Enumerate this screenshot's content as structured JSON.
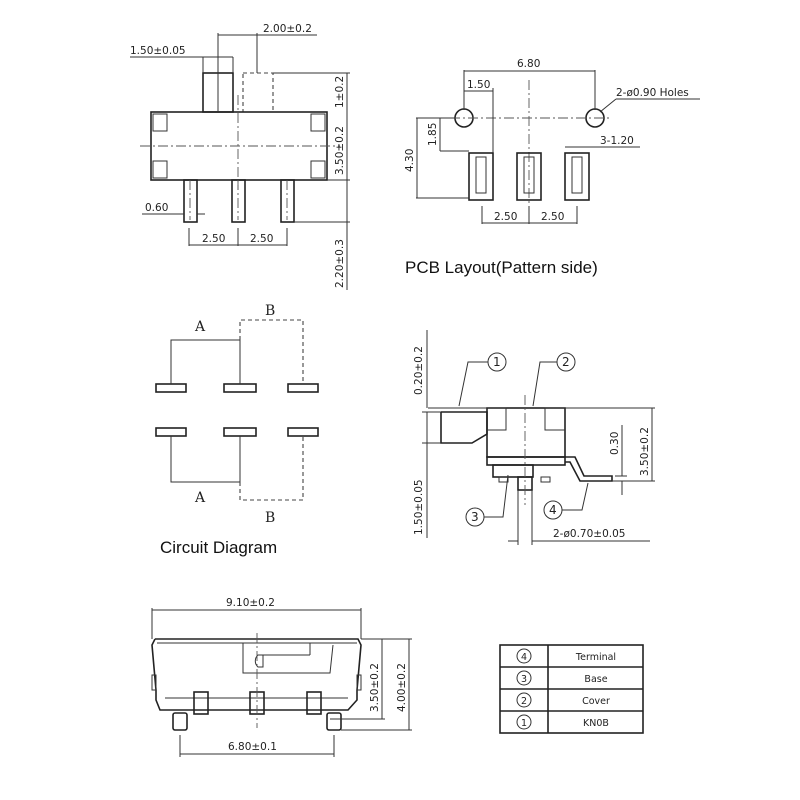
{
  "top_view": {
    "knob_pitch": "2.00±0.2",
    "knob_width": "1.50±0.05",
    "knob_travel": "1±0.2",
    "body_height": "3.50±0.2",
    "pin_width": "0.60",
    "pin_pitch_left": "2.50",
    "pin_pitch_right": "2.50",
    "pin_length": "2.20±0.3"
  },
  "pcb_layout": {
    "title": "PCB Layout(Pattern side)",
    "hole_spacing": "6.80",
    "hole_offset": "1.50",
    "holes": "2-ø0.90 Holes",
    "pad_width": "3-1.20",
    "height_total": "4.30",
    "height_hole": "1.85",
    "pad_pitch_left": "2.50",
    "pad_pitch_right": "2.50"
  },
  "circuit": {
    "title": "Circuit Diagram",
    "label_a_top": "A",
    "label_b_top": "B",
    "label_a_bottom": "A",
    "label_b_bottom": "B"
  },
  "side_view": {
    "knob_top": "0.20±0.2",
    "knob_height": "1.50±0.05",
    "terminal_offset": "0.30",
    "body_height": "3.50±0.2",
    "post_diameter": "2-ø0.70±0.05",
    "callouts": [
      "1",
      "2",
      "3",
      "4"
    ]
  },
  "bottom_view": {
    "width": "9.10±0.2",
    "body_height": "3.50±0.2",
    "total_height": "4.00±0.2",
    "terminal_span": "6.80±0.1"
  },
  "parts_table": [
    {
      "num": "4",
      "name": "Terminal"
    },
    {
      "num": "3",
      "name": "Base"
    },
    {
      "num": "2",
      "name": "Cover"
    },
    {
      "num": "1",
      "name": "KN0B"
    }
  ]
}
